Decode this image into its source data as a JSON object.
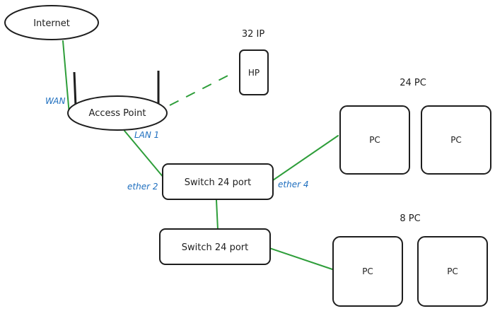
{
  "colors": {
    "link": "#2e9e3a",
    "port_label": "#1f6fbf",
    "stroke": "#1e1e1e"
  },
  "nodes": {
    "internet": "Internet",
    "access_point": "Access Point",
    "printer": "HP",
    "switch_top": "Switch 24 port",
    "switch_bottom": "Switch 24 port",
    "pc_group_24": [
      "PC",
      "PC"
    ],
    "pc_group_8": [
      "PC",
      "PC"
    ]
  },
  "group_labels": {
    "printer": "32 IP",
    "pc_24": "24 PC",
    "pc_8": "8 PC"
  },
  "ports": {
    "wan": "WAN",
    "lan1": "LAN 1",
    "ether2": "ether 2",
    "ether4": "ether 4"
  }
}
